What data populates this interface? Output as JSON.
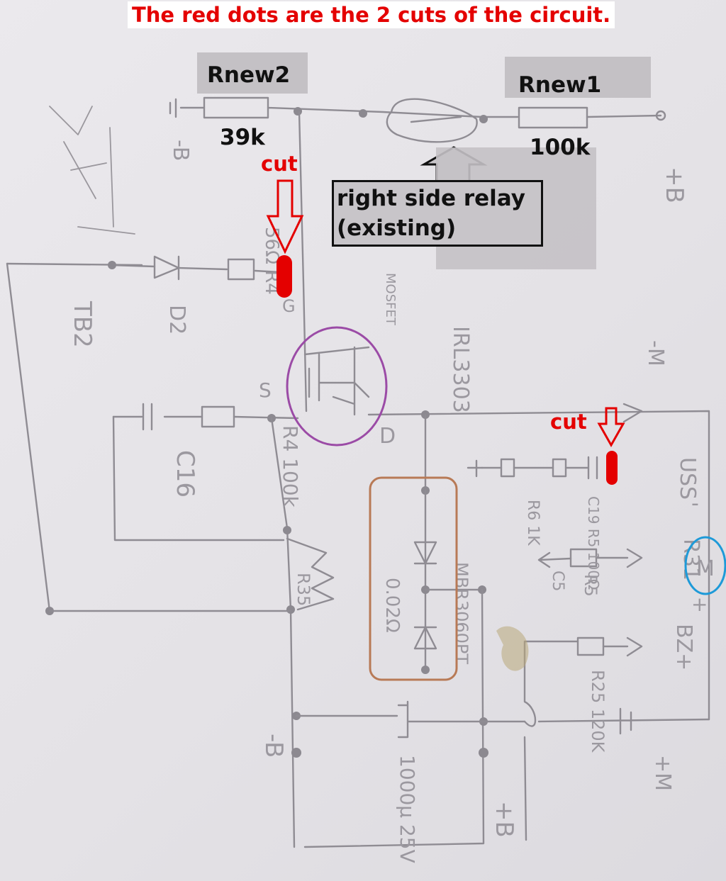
{
  "header": {
    "title": "The red dots are the 2 cuts of the circuit."
  },
  "labels": {
    "rnew2": "Rnew2",
    "rnew2_value": "39k",
    "rnew1": "Rnew1",
    "rnew1_value": "100k",
    "relay_line1": "right side relay",
    "relay_line2": "(existing)",
    "cut_left": "cut",
    "cut_right": "cut"
  },
  "handwritten": {
    "minus_b_top": "-B",
    "plus_b_right": "+B",
    "r4_resistor": "56Ω R4",
    "d2": "D2",
    "tb2": "TB2",
    "mosfet_part": "IRL3303",
    "mosfet_word": "MOSFET",
    "gate": "G",
    "source": "S",
    "drain": "D",
    "r4_value": "R4 100k",
    "c16": "C16",
    "diode_part": "MBR3060PT",
    "shunt": "0.02Ω",
    "shunt_ref": "R35",
    "minus_b_bottom": "-B",
    "cap": "1000μ 25V",
    "plus_b_bottom": "+B",
    "c19_group": "C19 R5 100Ω",
    "r6": "R6 1K",
    "c5": "C5",
    "r5": "R5",
    "r31": "R31",
    "uss": "USS",
    "m_minus": "-M",
    "bz_plus": "BZ+",
    "r25": "R25 120K",
    "m_plus": "+M",
    "motor": "M",
    "motor_minus": "-",
    "motor_plus": "+"
  },
  "colors": {
    "cut_red": "#e40000",
    "mosfet_circle": "#9b4ba6",
    "diode_box": "#b87a56",
    "motor_circle": "#1e9ad8"
  }
}
